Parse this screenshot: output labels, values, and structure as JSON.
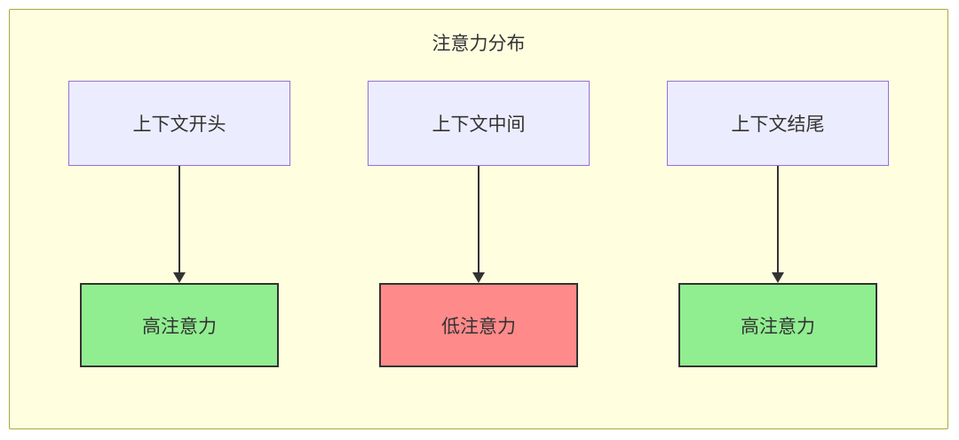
{
  "diagram": {
    "title": "注意力分布",
    "columns": [
      {
        "source": "上下文开头",
        "target": "高注意力",
        "attention_level": "high"
      },
      {
        "source": "上下文中间",
        "target": "低注意力",
        "attention_level": "low"
      },
      {
        "source": "上下文结尾",
        "target": "高注意力",
        "attention_level": "high"
      }
    ],
    "colors": {
      "container_bg": "#ffffe0",
      "container_border": "#aaaa33",
      "source_bg": "#ececff",
      "source_border": "#9370db",
      "high_bg": "#90ee90",
      "low_bg": "#ff8a8a",
      "node_border": "#333333"
    }
  }
}
